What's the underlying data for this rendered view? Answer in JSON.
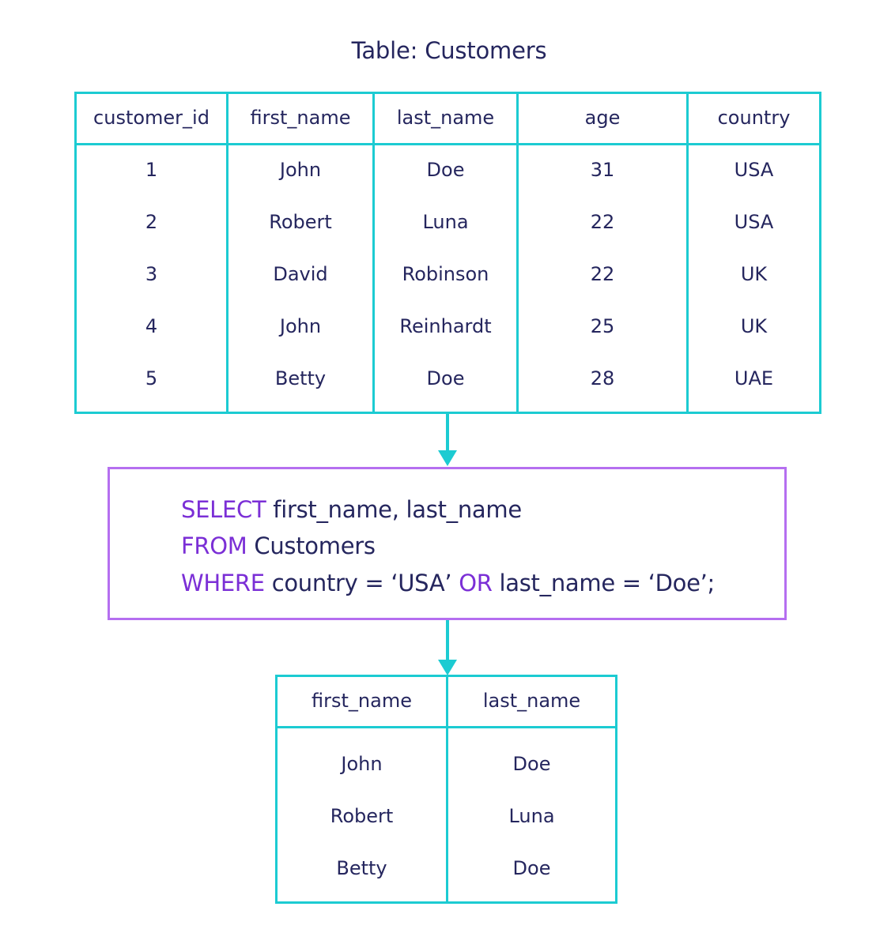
{
  "title": "Table: Customers",
  "source_table": {
    "columns": [
      "customer_id",
      "first_name",
      "last_name",
      "age",
      "country"
    ],
    "rows": [
      [
        "1",
        "John",
        "Doe",
        "31",
        "USA"
      ],
      [
        "2",
        "Robert",
        "Luna",
        "22",
        "USA"
      ],
      [
        "3",
        "David",
        "Robinson",
        "22",
        "UK"
      ],
      [
        "4",
        "John",
        "Reinhardt",
        "25",
        "UK"
      ],
      [
        "5",
        "Betty",
        "Doe",
        "28",
        "UAE"
      ]
    ]
  },
  "query": {
    "line1_keyword": "SELECT",
    "line1_rest": " first_name, last_name",
    "line2_keyword": "FROM",
    "line2_rest": " Customers",
    "line3_keyword": "WHERE",
    "line3_mid": " country = ‘USA’ ",
    "line3_keyword2": "OR",
    "line3_rest": " last_name = ‘Doe’;"
  },
  "result_table": {
    "columns": [
      "first_name",
      "last_name"
    ],
    "rows": [
      [
        "John",
        "Doe"
      ],
      [
        "Robert",
        "Luna"
      ],
      [
        "Betty",
        "Doe"
      ]
    ]
  },
  "colors": {
    "table_border": "#1ccbd2",
    "query_border": "#b56ff0",
    "keyword": "#7b2fd6",
    "text": "#25265e"
  }
}
